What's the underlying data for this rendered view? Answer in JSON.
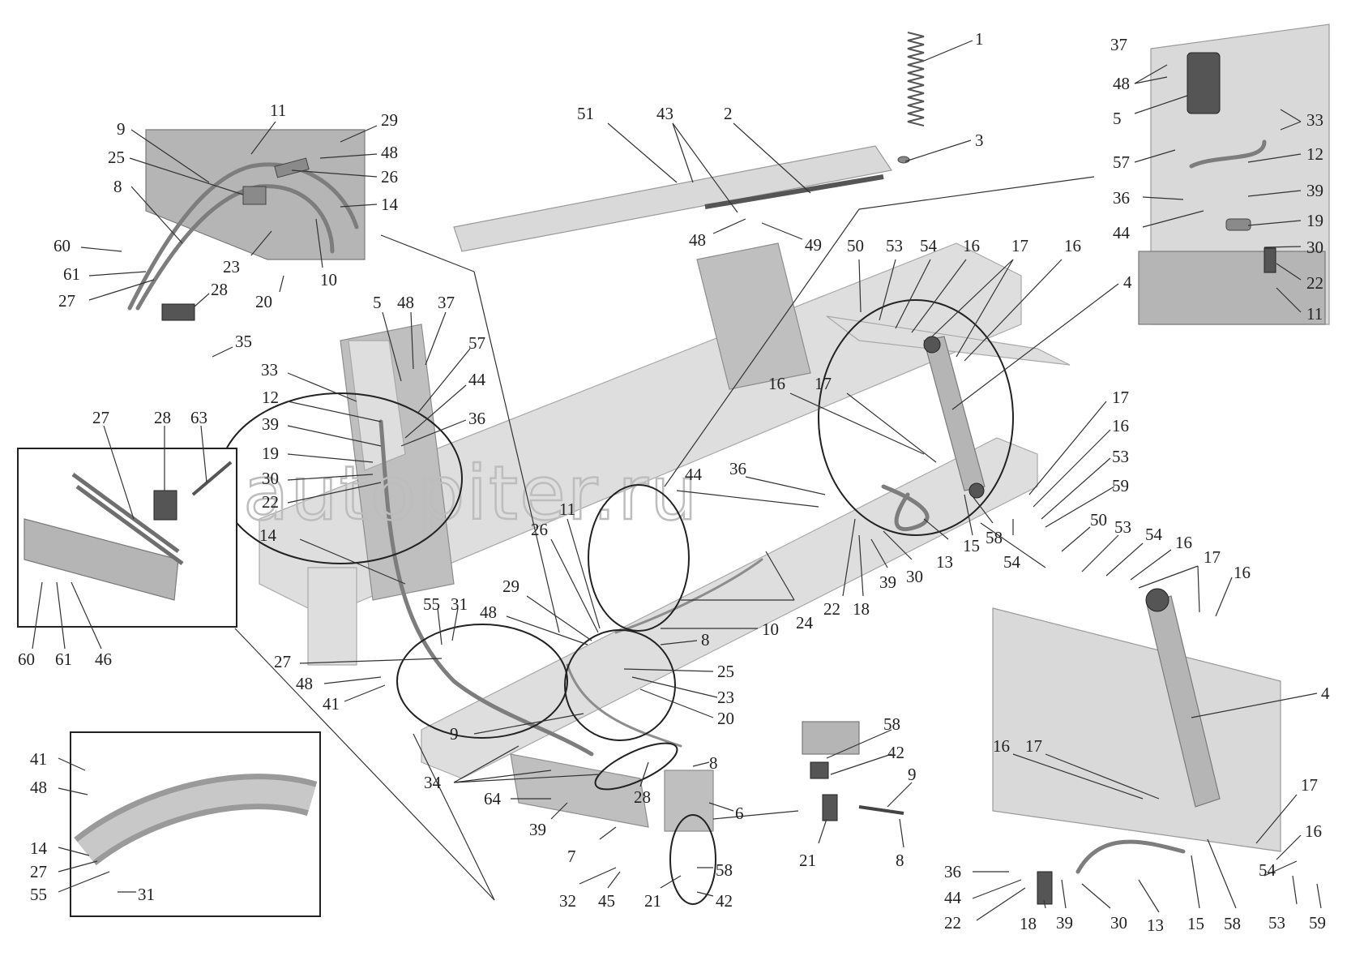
{
  "watermark": "autopiter.ru",
  "callouts": {
    "spring_group": [
      "1",
      "2",
      "3",
      "51",
      "43",
      "48",
      "49"
    ],
    "top_left_inset": [
      "11",
      "29",
      "9",
      "48",
      "25",
      "26",
      "8",
      "14",
      "60",
      "23",
      "10",
      "61",
      "27",
      "28",
      "20",
      "35"
    ],
    "top_right_inset": [
      "37",
      "48",
      "5",
      "33",
      "57",
      "12",
      "36",
      "39",
      "19",
      "44",
      "30",
      "22",
      "11"
    ],
    "main": [
      "5",
      "48",
      "37",
      "57",
      "33",
      "44",
      "12",
      "36",
      "39",
      "19",
      "30",
      "22",
      "14",
      "55",
      "31",
      "26",
      "11",
      "29",
      "48",
      "27",
      "48",
      "41",
      "10",
      "8",
      "25",
      "23",
      "20",
      "9",
      "34",
      "28",
      "64",
      "39",
      "8",
      "6",
      "7",
      "32",
      "45",
      "21",
      "58",
      "42",
      "44",
      "36",
      "50",
      "53",
      "54",
      "16",
      "17",
      "16",
      "4",
      "16",
      "17",
      "17",
      "16",
      "53",
      "59",
      "22",
      "18",
      "39",
      "30",
      "13",
      "15",
      "58",
      "54",
      "24",
      "50",
      "53",
      "54",
      "16",
      "17",
      "16"
    ],
    "left_inset": [
      "27",
      "28",
      "63",
      "60",
      "61",
      "46"
    ],
    "bottom_left_inset": [
      "41",
      "48",
      "14",
      "27",
      "55",
      "31"
    ],
    "fitting_group": [
      "58",
      "42",
      "9",
      "21",
      "8"
    ],
    "bottom_right_inset": [
      "4",
      "16",
      "17",
      "17",
      "16",
      "36",
      "44",
      "22",
      "18",
      "39",
      "30",
      "13",
      "15",
      "58",
      "54",
      "53",
      "59"
    ]
  }
}
